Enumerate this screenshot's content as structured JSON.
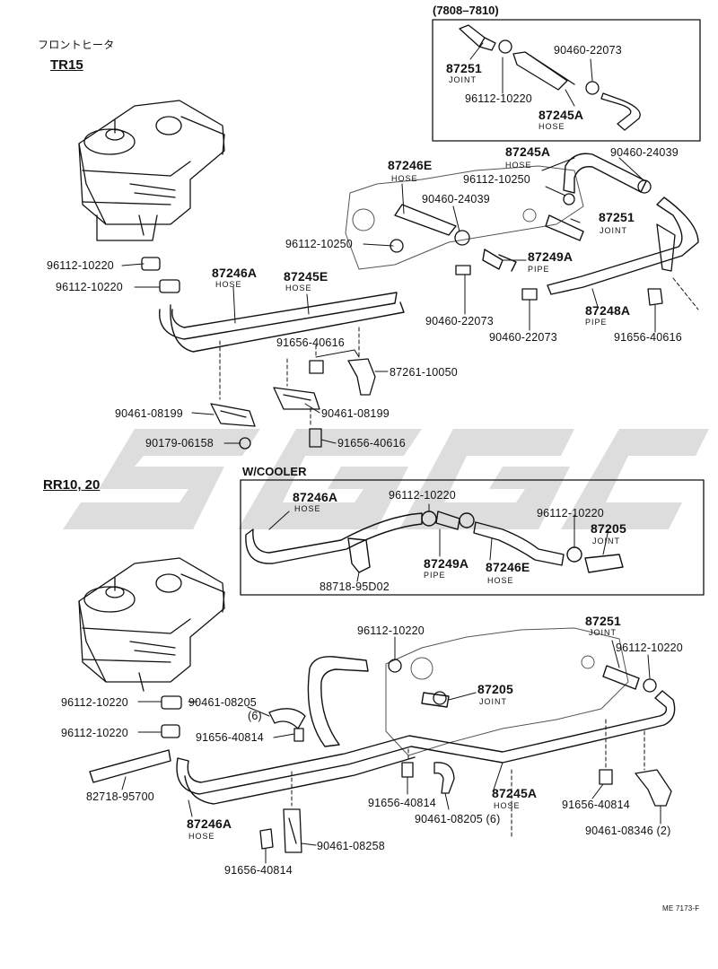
{
  "diagram": {
    "section_top": {
      "jp_title": "フロントヒータ",
      "model": "TR15"
    },
    "section_bottom": {
      "model": "RR10, 20"
    },
    "inset_top": {
      "title": "(7808–7810)"
    },
    "inset_cooler": {
      "title": "W/COOLER"
    },
    "watermark": "SGGC",
    "doc_code": "ME 7173-F",
    "labels": [
      {
        "id": "i_87251",
        "part": "87251",
        "desc": "JOINT"
      },
      {
        "id": "i_96112",
        "part": "96112-10220",
        "desc": ""
      },
      {
        "id": "i_90460",
        "part": "90460-22073",
        "desc": ""
      },
      {
        "id": "i_87245A",
        "part": "87245A",
        "desc": "HOSE"
      },
      {
        "id": "t_87246E",
        "part": "87246E",
        "desc": "HOSE"
      },
      {
        "id": "t_87245A",
        "part": "87245A",
        "desc": "HOSE"
      },
      {
        "id": "t_90460_24039a",
        "part": "90460-24039",
        "desc": ""
      },
      {
        "id": "t_96112_10250a",
        "part": "96112-10250",
        "desc": ""
      },
      {
        "id": "t_90460_24039b",
        "part": "90460-24039",
        "desc": ""
      },
      {
        "id": "t_87251",
        "part": "87251",
        "desc": "JOINT"
      },
      {
        "id": "t_96112_10250b",
        "part": "96112-10250",
        "desc": ""
      },
      {
        "id": "t_87249A",
        "part": "87249A",
        "desc": "PIPE"
      },
      {
        "id": "t_96112_10220a",
        "part": "96112-10220",
        "desc": ""
      },
      {
        "id": "t_96112_10220b",
        "part": "96112-10220",
        "desc": ""
      },
      {
        "id": "t_87246A",
        "part": "87246A",
        "desc": "HOSE"
      },
      {
        "id": "t_87245E",
        "part": "87245E",
        "desc": "HOSE"
      },
      {
        "id": "t_87248A",
        "part": "87248A",
        "desc": "PIPE"
      },
      {
        "id": "t_90460_22073a",
        "part": "90460-22073",
        "desc": ""
      },
      {
        "id": "t_90460_22073b",
        "part": "90460-22073",
        "desc": ""
      },
      {
        "id": "t_91656_40616a",
        "part": "91656-40616",
        "desc": ""
      },
      {
        "id": "t_91656_40616b",
        "part": "91656-40616",
        "desc": ""
      },
      {
        "id": "t_87261",
        "part": "87261-10050",
        "desc": ""
      },
      {
        "id": "t_90461_08199a",
        "part": "90461-08199",
        "desc": ""
      },
      {
        "id": "t_90461_08199b",
        "part": "90461-08199",
        "desc": ""
      },
      {
        "id": "t_90179",
        "part": "90179-06158",
        "desc": ""
      },
      {
        "id": "t_91656_40616c",
        "part": "91656-40616",
        "desc": ""
      },
      {
        "id": "c_87246A",
        "part": "87246A",
        "desc": "HOSE"
      },
      {
        "id": "c_96112a",
        "part": "96112-10220",
        "desc": ""
      },
      {
        "id": "c_96112b",
        "part": "96112-10220",
        "desc": ""
      },
      {
        "id": "c_87205",
        "part": "87205",
        "desc": "JOINT"
      },
      {
        "id": "c_87249A",
        "part": "87249A",
        "desc": "PIPE"
      },
      {
        "id": "c_87246E",
        "part": "87246E",
        "desc": "HOSE"
      },
      {
        "id": "c_88718",
        "part": "88718-95D02",
        "desc": ""
      },
      {
        "id": "b_96112a",
        "part": "96112-10220",
        "desc": ""
      },
      {
        "id": "b_87251",
        "part": "87251",
        "desc": "JOINT"
      },
      {
        "id": "b_96112b",
        "part": "96112-10220",
        "desc": ""
      },
      {
        "id": "b_96112c",
        "part": "96112-10220",
        "desc": ""
      },
      {
        "id": "b_90461_08205a",
        "part": "90461-08205",
        "desc": "(6)"
      },
      {
        "id": "b_87205",
        "part": "87205",
        "desc": "JOINT"
      },
      {
        "id": "b_96112d",
        "part": "96112-10220",
        "desc": ""
      },
      {
        "id": "b_91656_40814a",
        "part": "91656-40814",
        "desc": ""
      },
      {
        "id": "b_82718",
        "part": "82718-95700",
        "desc": ""
      },
      {
        "id": "b_91656_40814b",
        "part": "91656-40814",
        "desc": ""
      },
      {
        "id": "b_87245A",
        "part": "87245A",
        "desc": "HOSE"
      },
      {
        "id": "b_91656_40814c",
        "part": "91656-40814",
        "desc": ""
      },
      {
        "id": "b_90461_08205b",
        "part": "90461-08205 (6)",
        "desc": ""
      },
      {
        "id": "b_87246A",
        "part": "87246A",
        "desc": "HOSE"
      },
      {
        "id": "b_90461_08346",
        "part": "90461-08346 (2)",
        "desc": ""
      },
      {
        "id": "b_90461_08258",
        "part": "90461-08258",
        "desc": ""
      },
      {
        "id": "b_91656_40814d",
        "part": "91656-40814",
        "desc": ""
      }
    ]
  }
}
